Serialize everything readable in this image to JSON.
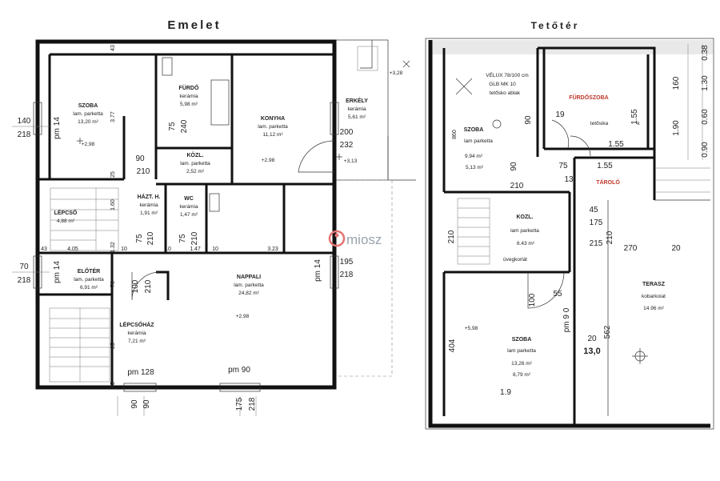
{
  "titles": {
    "left": "Emelet",
    "right": "Tetőtér"
  },
  "watermark": "miosz",
  "emelet_rooms": {
    "szoba": {
      "name": "SZOBA",
      "floor": "lam. parketta",
      "area": "13,20 m²"
    },
    "furdo": {
      "name": "FÜRDŐ",
      "floor": "kerámia",
      "area": "5,98 m²"
    },
    "konyha": {
      "name": "KONYHA",
      "floor": "lam. parketta",
      "area": "11,12 m²"
    },
    "erkely": {
      "name": "ERKÉLY",
      "floor": "kerámia",
      "area": "5,61 m²"
    },
    "kozl": {
      "name": "KÖZL.",
      "floor": "lam. parketta",
      "area": "2,52 m²"
    },
    "lepcso": {
      "name": "LÉPCSŐ",
      "area": "4,88 m²"
    },
    "haztb": {
      "name": "HÁZT. H.",
      "floor": "kerámia",
      "area": "1,91 m²"
    },
    "wc": {
      "name": "WC",
      "floor": "kerámia",
      "area": "1,47 m²"
    },
    "eloter": {
      "name": "ELŐTÉR",
      "floor": "lam. parketta",
      "area": "6,91 m²"
    },
    "nappali": {
      "name": "NAPPALI",
      "floor": "lam. parketta",
      "area": "24,82 m²"
    },
    "lepcsohaz": {
      "name": "LÉPCSŐHÁZ",
      "floor": "kerámia",
      "area": "7,21 m²"
    }
  },
  "emelet_labels": {
    "l140": "140",
    "l218a": "218",
    "lpm14a": "pm 14",
    "l377": "3.77",
    "l43a": "43",
    "l25a": "25",
    "l298a": "+2,98",
    "l90a": "90",
    "l210a": "210",
    "l75a": "75",
    "l240": "240",
    "l200": "200",
    "l232": "232",
    "l313": "+3,13",
    "l298b": "+2,98",
    "l328": "+3,28",
    "l160": "1.60",
    "l70": "70",
    "l218b": "218",
    "lpm14b": "pm 14",
    "l43b": "43",
    "l405": "4.05",
    "l132": "1.32",
    "l10a": "10",
    "l147": "1.47",
    "l10b": "10",
    "l10c": "10",
    "l323": "3.23",
    "l75b": "75",
    "l210b": "210",
    "l75c": "75",
    "l210c": "210",
    "l100": "100",
    "l210d": "210",
    "l78": "78",
    "l25b": "25",
    "l195": "195",
    "l218c": "218",
    "lpm14c": "pm 14",
    "l298c": "+2,98",
    "lpm128": "pm 128",
    "lpm90": "pm 90",
    "l35": "35",
    "l90b": "90",
    "l90c": "90",
    "l175": "175",
    "l218d": "218"
  },
  "teto_rooms": {
    "velux1": "VÉLUX 78/100 cm",
    "velux2": "GLB MK 10",
    "velux3": "tetősko ablak",
    "furdoszoba": "FŰRDŐSZOBA",
    "tarolo": "TÁROLÓ",
    "szoba1": {
      "name": "SZOBA",
      "floor": "lam parketta",
      "area1": "9.94 m²",
      "area2": "5,13 m²"
    },
    "kozl": {
      "name": "KOZL.",
      "floor": "lam parketta",
      "area": "6.43 m²",
      "extra": "üvegkorlát"
    },
    "szoba2": {
      "name": "SZOBA",
      "floor": "lam parketta",
      "area1": "13,26 m²",
      "area2": "8,79 m²"
    },
    "terasz": {
      "name": "TERASZ",
      "floor": "kobarkoiat",
      "area": "14.96 m²"
    }
  },
  "teto_labels": {
    "t860": "860",
    "t90a": "90",
    "t19": "19",
    "t155a": "1.55",
    "t155b": "1.55",
    "t155c": "1.55",
    "ttetosik": "tetősika",
    "tk": "k",
    "t75": "75",
    "t13": "13",
    "t90b": "90",
    "t210a": "210",
    "t45": "45",
    "t175": "175",
    "t215": "215",
    "t210b": "210",
    "t210c": "210",
    "t270": "270",
    "t20a": "20",
    "t100": "100",
    "t55": "55",
    "tpm90": "pm 9 0",
    "t598": "+5,98",
    "t404": "404",
    "t20b": "20",
    "t562": "562",
    "t130big": "13,0",
    "t19b": "1.9",
    "t038": "0.38",
    "t130": "1.30",
    "t060": "0.60",
    "t190": "1.90",
    "t090": "0.90",
    "t160": "160"
  }
}
